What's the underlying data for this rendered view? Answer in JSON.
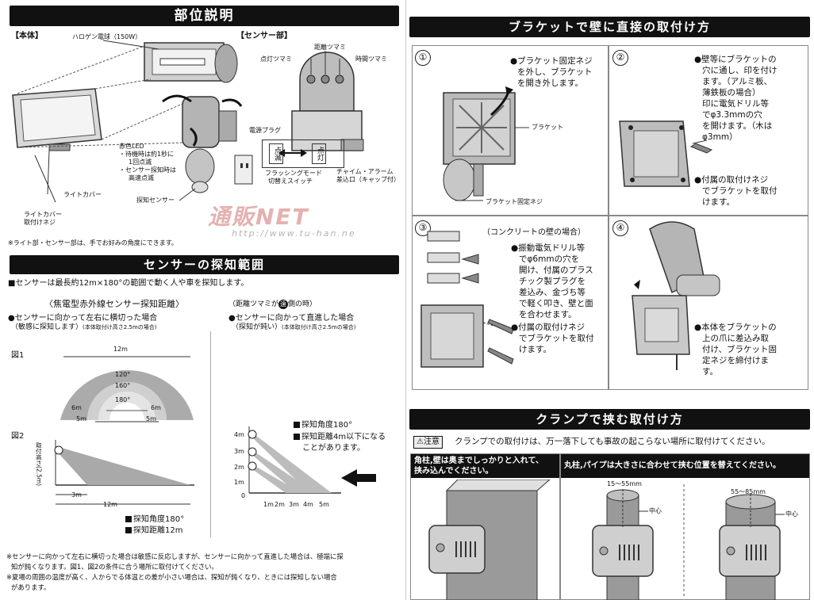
{
  "left": {
    "section1_title": "部位説明",
    "body_label": "【本体】",
    "sensor_label": "【センサー部】",
    "halogen_label": "ハロゲン電球（150W）",
    "lamp_knob": "点灯ツマミ",
    "distance_knob": "距離ツマミ",
    "time_knob": "時間ツマミ",
    "power_plug": "電源プラグ",
    "red_led": "赤色LED",
    "led_notes": [
      "・待機時は約1秒に",
      "1回点滅",
      "・センサー探知時は",
      "高速点滅"
    ],
    "light_cover": "ライトカバー",
    "sensor_label2": "探知センサー",
    "cover_screw": [
      "ライトカバー",
      "取付けネジ"
    ],
    "switch_left": "点滅",
    "switch_right": "点灯",
    "switch_caption": [
      "フラッシングモード",
      "切替えスイッチ"
    ],
    "chime_caption": [
      "チャイム・アラーム",
      "差込口（キャップ付）"
    ],
    "section1_note": "※ライト部・センサー部は、手でお好みの角度にできます。",
    "watermark": "通販NET",
    "watermark_url": "http://www.tu-han.ne",
    "section2_title": "センサーの探知範囲",
    "range_intro": "■センサーは最長約12m×180°の範囲で動く人や車を探知します。",
    "range_heading": "〈焦電型赤外線センサー探知距離〉",
    "range_heading_note": "（距離ツマミが",
    "range_heading_note2": "側の時）",
    "range_heading_circle": "遠",
    "case1": "●センサーに向かって左右に横切った場合",
    "case1_sub": "（敏感に探知します）",
    "case1_small": "(本体取付け高さ2.5mの場合)",
    "case2": "●センサーに向かって直進した場合",
    "case2_sub": "（探知が鈍い）",
    "case2_small": "(本体取付け高さ2.5mの場合)",
    "fig1": "図1",
    "fig2": "図2",
    "arc_12m": "12m",
    "arc_120": "120°",
    "arc_160": "160°",
    "arc_180": "180°",
    "arc_6m_l": "6m",
    "arc_6m_r": "6m",
    "arc_5m_l": "5m",
    "arc_5m_r": "5m",
    "fig2_ylabel": "取付高さ(2.5m)",
    "fig2_3m": "3m",
    "fig2_12m": "12m",
    "fig2_angle": "探知角度180°",
    "fig2_dist": "探知距離12m",
    "fig3_angle": "探知角度180°",
    "fig3_dist": "探知距離4m以下になる",
    "fig3_dist2": "ことがあります。",
    "fig3_y": [
      "4m",
      "3m",
      "2m",
      "1m",
      "0"
    ],
    "fig3_x": [
      "1m",
      "2m",
      "3m",
      "4m",
      "5m"
    ],
    "foot1": "※センサーに向かって左右に横切った場合は敏感に反応しますが、センサーに向かって直進した場合は、極端に探",
    "foot1b": "知が鈍くなります。図1、図2の条件に合う場所に取付けてください。",
    "foot2": "※夏場の周囲の温度が高く、人からでる体温との差が小さい場合は、探知が鈍くなり、ときには探知しない場合",
    "foot2b": "があります。"
  },
  "right": {
    "section3_title": "ブラケットで壁に直接の取付け方",
    "step1_num": "①",
    "step1_text": [
      "●ブラケット固定ネジ",
      "を外し、ブラケット",
      "を開き外します。"
    ],
    "step1_bracket": "ブラケット",
    "step1_screw": "ブラケット固定ネジ",
    "step2_num": "②",
    "step2_text": [
      "●壁等にブラケットの",
      "穴に通し、印を付け",
      "ます。（アルミ板、",
      "薄鉄板の場合）",
      "印に電気ドリル等",
      "でφ3.3mmの穴",
      "を開けます。（木は",
      "φ3mm）"
    ],
    "step2_text2": [
      "●付属の取付けネジ",
      "でブラケットを取付",
      "けます。"
    ],
    "step3_num": "③",
    "step3_head": "（コンクリートの壁の場合）",
    "step3_text": [
      "●振動電気ドリル等",
      "でφ6mmの穴を",
      "開け、付属のプラス",
      "チック製プラグを",
      "差込み、金づち等",
      "で軽く叩き、壁と面",
      "を合わせます。"
    ],
    "step3_text2": [
      "●付属の取付けネジ",
      "でブラケットを取付",
      "けます。"
    ],
    "step4_num": "④",
    "step4_text": [
      "●本体をブラケットの",
      "上の爪に差込み取",
      "付け、ブラケット固",
      "定ネジを締付けま",
      "す。"
    ],
    "section4_title": "クランプで挟む取付け方",
    "caution_label": "⚠注意",
    "caution_text": "クランプでの取付けは、万一落下しても事故の起こらない場所に取付けてください。",
    "square_title": [
      "角柱,壁は奥までしっかりと入れて、",
      "挟み込んでください。"
    ],
    "round_title": "丸柱,パイプは大きさに合わせて挟む位置を替えてください。",
    "range1": "15～55mm",
    "range2": "55～85mm",
    "center1": "中心",
    "center2": "中心"
  }
}
